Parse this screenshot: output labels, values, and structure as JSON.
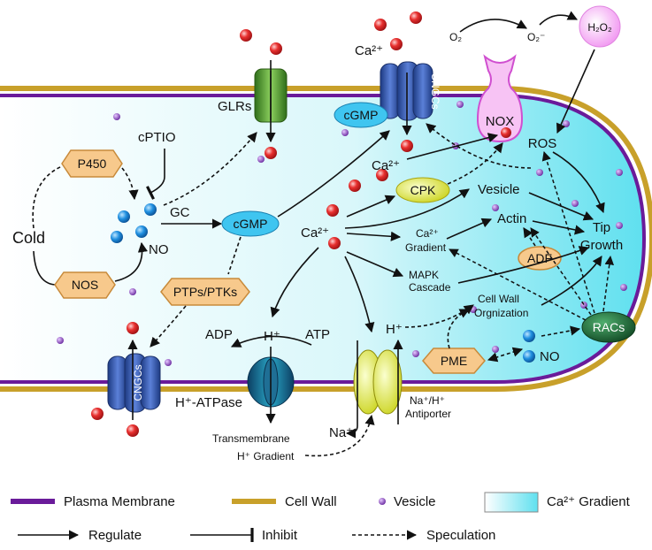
{
  "colors": {
    "plasma_membrane": "#6a1b9a",
    "cell_wall": "#c8a02a",
    "ca_gradient": "#7fe8f2",
    "ion_red": "#e5252a",
    "no_blue": "#1f8fe0",
    "enzyme_orange": "#f7c98c",
    "messenger_cyan": "#3fc5f0",
    "cpk_yellow": "#e8e04a",
    "channel_blue": "#2b4fa0",
    "glr_green": "#4f9a2e",
    "nox_pink": "#f3a6f0",
    "racs_green": "#1e6a3a",
    "vesicle_purple": "#7a3ab0"
  },
  "labels": {
    "ca_top": "Ca²⁺",
    "o2": "O₂",
    "o2_minus": "O₂⁻",
    "h2o2": "H₂O₂",
    "glrs": "GLRs",
    "cngcs_top": "CNGCs",
    "cgmp_top": "cGMP",
    "nox": "NOX",
    "ros": "ROS",
    "cptio": "cPTIO",
    "p450": "P450",
    "nos": "NOS",
    "cold": "Cold",
    "gc": "GC",
    "no_left": "NO",
    "cgmp_mid": "cGMP",
    "ca_mid": "Ca²⁺",
    "ca_upper": "Ca²⁺",
    "cpk": "CPK",
    "vesicle_node": "Vesicle",
    "actin": "Actin",
    "ca_gradient_node_line1": "Ca²⁺",
    "ca_gradient_node_line2": "Gradient",
    "tip_growth_line1": "Tip",
    "tip_growth_line2": "Growth",
    "adf": "ADF",
    "mapk_line1": "MAPK",
    "mapk_line2": "Cascade",
    "cell_wall_org_line1": "Cell Wall",
    "cell_wall_org_line2": "Orgnization",
    "ptps": "PTPs/PTKs",
    "adp": "ADP",
    "atp": "ATP",
    "h_plus_pump": "H⁺",
    "h_plus_antiporter": "H⁺",
    "h_atpase": "H⁺-ATPase",
    "cngcs_bottom": "CNGCs",
    "racs": "RACs",
    "pme": "PME",
    "no_right": "NO",
    "na_plus": "Na⁺",
    "antiporter_line1": "Na⁺/H⁺",
    "antiporter_line2": "Antiporter",
    "tm_gradient_line1": "Transmembrane",
    "tm_gradient_line2": "H⁺ Gradient"
  },
  "legend": {
    "plasma_membrane": "Plasma Membrane",
    "cell_wall": "Cell Wall",
    "vesicle": "Vesicle",
    "ca_gradient": "Ca²⁺ Gradient",
    "regulate": "Regulate",
    "inhibit": "Inhibit",
    "speculation": "Speculation"
  }
}
